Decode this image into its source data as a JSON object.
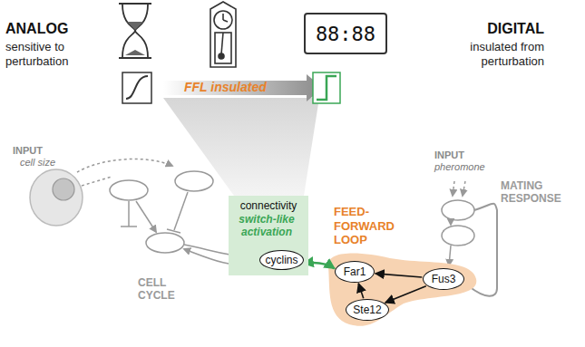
{
  "diagram": {
    "nodes": [
      {
        "text": [
          "88:88"
        ]
      },
      {
        "text": [
          "connectivity",
          "switch-like activation"
        ]
      },
      {
        "text": [
          "cyclins"
        ],
        "in": 1
      },
      {
        "text": [
          "Far1"
        ]
      },
      {
        "text": [
          "Fus3"
        ]
      },
      {
        "text": [
          "Ste12"
        ]
      }
    ],
    "edges": [
      {
        "from": 2,
        "to": 3,
        "arrow": "both"
      },
      {
        "from": 4,
        "to": 3,
        "arrow": "to"
      },
      {
        "from": 4,
        "to": 5,
        "arrow": "to"
      },
      {
        "from": 5,
        "to": 3,
        "arrow": "to"
      }
    ],
    "labels": [
      "ANALOG",
      "sensitive to perturbation",
      "DIGITAL",
      "insulated from perturbation",
      "FFL insulated",
      "INPUT",
      "cell size",
      "CELL CYCLE",
      "INPUT",
      "pheromone",
      "MATING RESPONSE",
      "FEED-FORWARD LOOP"
    ]
  }
}
